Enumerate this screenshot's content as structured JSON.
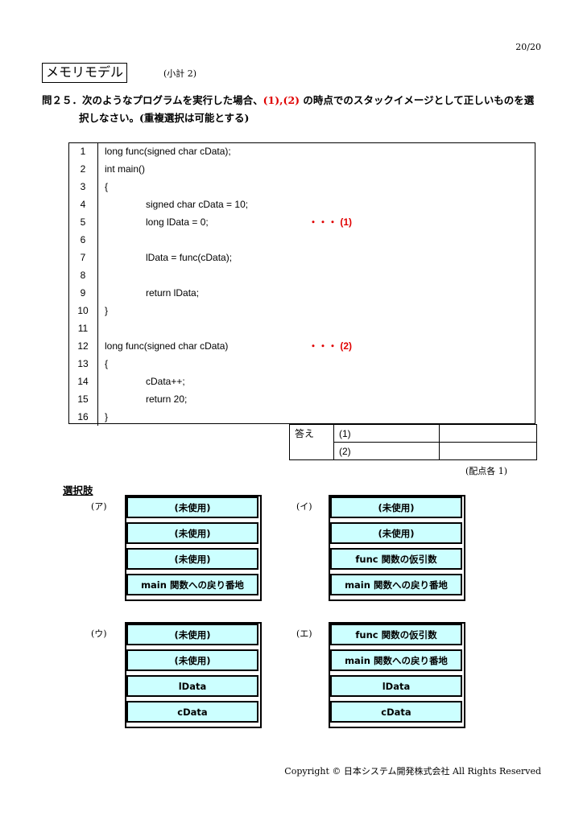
{
  "page_number": "20/20",
  "section": {
    "title": "メモリモデル",
    "subtotal": "(小計 2)"
  },
  "question": {
    "prefix": "問２５．次のようなプログラムを実行した場合、",
    "marker1": "(1)",
    "separator": ",",
    "marker2": "(2)",
    "suffix": " の時点でのスタックイメージとして正しいものを選",
    "line2": "択しなさい。(重複選択は可能とする)"
  },
  "code_lines": [
    {
      "num": "1",
      "code": "long func(signed char cData);",
      "indent": false,
      "marker": ""
    },
    {
      "num": "2",
      "code": "int main()",
      "indent": false,
      "marker": ""
    },
    {
      "num": "3",
      "code": "{",
      "indent": false,
      "marker": ""
    },
    {
      "num": "4",
      "code": "signed char cData = 10;",
      "indent": true,
      "marker": ""
    },
    {
      "num": "5",
      "code": "long lData = 0;",
      "indent": true,
      "marker": "・・・ (1)"
    },
    {
      "num": "6",
      "code": "",
      "indent": false,
      "marker": ""
    },
    {
      "num": "7",
      "code": "lData = func(cData);",
      "indent": true,
      "marker": ""
    },
    {
      "num": "8",
      "code": "",
      "indent": false,
      "marker": ""
    },
    {
      "num": "9",
      "code": "return lData;",
      "indent": true,
      "marker": ""
    },
    {
      "num": "10",
      "code": "}",
      "indent": false,
      "marker": ""
    },
    {
      "num": "11",
      "code": "",
      "indent": false,
      "marker": ""
    },
    {
      "num": "12",
      "code": "long func(signed char cData)",
      "indent": false,
      "marker": "・・・ (2)"
    },
    {
      "num": "13",
      "code": "{",
      "indent": false,
      "marker": ""
    },
    {
      "num": "14",
      "code": "cData++;",
      "indent": true,
      "marker": ""
    },
    {
      "num": "15",
      "code": "return 20;",
      "indent": true,
      "marker": ""
    },
    {
      "num": "16",
      "code": "}",
      "indent": false,
      "marker": ""
    }
  ],
  "answer": {
    "label": "答え",
    "row1": "(1)",
    "row2": "(2)"
  },
  "points": "(配点各  1)",
  "choices_title": "選択肢",
  "options": [
    {
      "label": "(ア)",
      "cells": [
        "(未使用)",
        "(未使用)",
        "(未使用)",
        "main 関数への戻り番地"
      ]
    },
    {
      "label": "(イ)",
      "cells": [
        "(未使用)",
        "(未使用)",
        "func 関数の仮引数",
        "main 関数への戻り番地"
      ]
    },
    {
      "label": "(ウ)",
      "cells": [
        "(未使用)",
        "(未使用)",
        "lData",
        "cData"
      ]
    },
    {
      "label": "(エ)",
      "cells": [
        "func 関数の仮引数",
        "main 関数への戻り番地",
        "lData",
        "cData"
      ]
    }
  ],
  "copyright": "Copyright © 日本システム開発株式会社 All Rights Reserved"
}
